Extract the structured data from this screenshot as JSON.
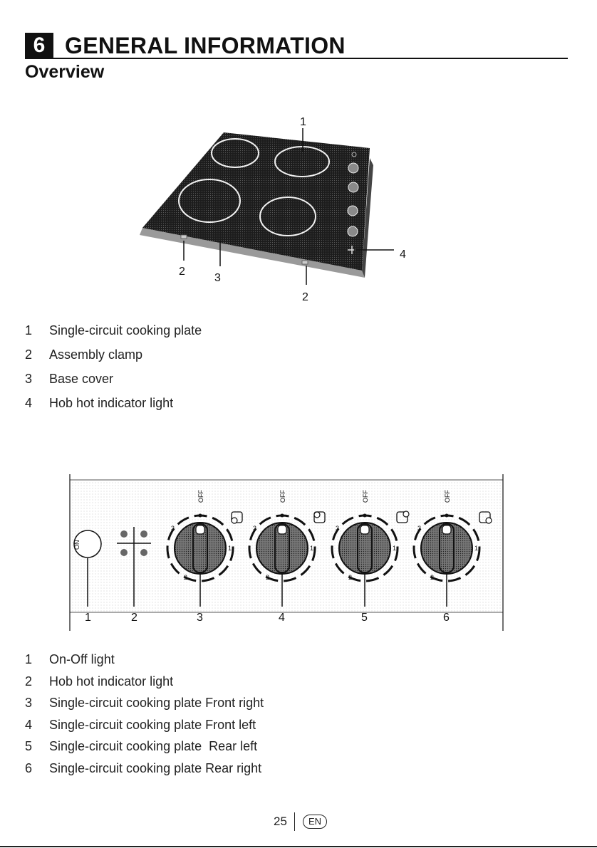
{
  "header": {
    "section_number": "6",
    "title": "GENERAL INFORMATION",
    "subtitle": "Overview"
  },
  "hob_diagram": {
    "callouts": [
      "1",
      "2",
      "3",
      "2",
      "4"
    ]
  },
  "hob_legend": [
    {
      "num": "1",
      "text": "Single-circuit cooking plate"
    },
    {
      "num": "2",
      "text": "Assembly clamp"
    },
    {
      "num": "3",
      "text": "Base cover"
    },
    {
      "num": "4",
      "text": "Hob hot indicator light"
    }
  ],
  "panel_diagram": {
    "on_label": "ON",
    "knob_off_label": "OFF",
    "knob_scale": [
      "3",
      "2",
      "1"
    ],
    "callouts": [
      "1",
      "2",
      "3",
      "4",
      "5",
      "6"
    ]
  },
  "panel_legend": [
    {
      "num": "1",
      "text": "On-Off light"
    },
    {
      "num": "2",
      "text": "Hob hot indicator light"
    },
    {
      "num": "3",
      "text": "Single-circuit cooking plate Front right"
    },
    {
      "num": "4",
      "text": "Single-circuit cooking plate Front left"
    },
    {
      "num": "5",
      "text": "Single-circuit cooking plate  Rear left"
    },
    {
      "num": "6",
      "text": "Single-circuit cooking plate Rear right"
    }
  ],
  "footer": {
    "page_number": "25",
    "language": "EN"
  }
}
